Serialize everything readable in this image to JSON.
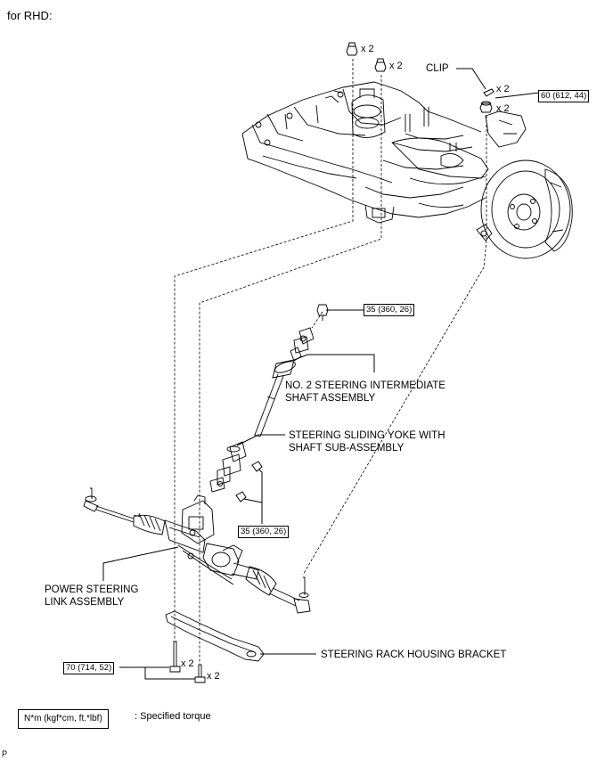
{
  "header": {
    "variant": "for RHD:"
  },
  "labels": {
    "clip": "CLIP",
    "intermediate_shaft_1": "NO. 2 STEERING INTERMEDIATE",
    "intermediate_shaft_2": "SHAFT ASSEMBLY",
    "sliding_yoke_1": "STEERING SLIDING YOKE WITH",
    "sliding_yoke_2": "SHAFT SUB-ASSEMBLY",
    "power_steering_1": "POWER STEERING",
    "power_steering_2": "LINK ASSEMBLY",
    "rack_bracket": "STEERING RACK HOUSING BRACKET"
  },
  "quantities": {
    "nut_top_left": "x 2",
    "nut_top_mid": "x 2",
    "clip": "x 2",
    "knuckle_nut": "x 2",
    "bolt_left": "x 2",
    "bolt_right": "x 2"
  },
  "torques": {
    "knuckle_nut": "60 (612, 44)",
    "shaft_bolt": "35 (360, 26)",
    "yoke_bolts": "35 (360, 26)",
    "bracket_bolts": "70 (714, 52)"
  },
  "legend": {
    "unit": "N*m (kgf*cm, ft.*lbf)",
    "description": ": Specified torque"
  },
  "footer": {
    "mark": "P"
  }
}
